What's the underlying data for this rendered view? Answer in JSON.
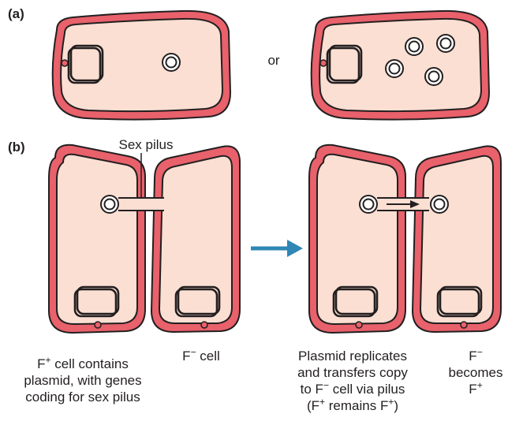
{
  "panels": {
    "a": "(a)",
    "b": "(b)"
  },
  "connector_word": "or",
  "pilus_label": "Sex pilus",
  "colors": {
    "cell_wall": "#e8616b",
    "cytoplasm": "#fbdfd2",
    "outline": "#231f20",
    "arrow": "#2f87b5"
  },
  "icons": {
    "transition": "right-arrow-icon"
  },
  "captions": {
    "fplus_cell": {
      "line1_pre": "F",
      "line1_sup": "+",
      "line1_post": " cell contains",
      "line2": "plasmid, with genes",
      "line3": "coding for sex pilus"
    },
    "fminus_cell": {
      "pre": "F",
      "sup": "−",
      "post": " cell"
    },
    "replicates": {
      "line1": "Plasmid replicates",
      "line2": "and transfers copy",
      "line3_pre": "to F",
      "line3_sup": "−",
      "line3_post": " cell via pilus",
      "line4_a": "(F",
      "line4_sup1": "+",
      "line4_b": " remains F",
      "line4_sup2": "+",
      "line4_c": ")"
    },
    "becomes": {
      "line1_pre": "F",
      "line1_sup": "−",
      "line2": "becomes",
      "line3_pre": "F",
      "line3_sup": "+"
    }
  }
}
